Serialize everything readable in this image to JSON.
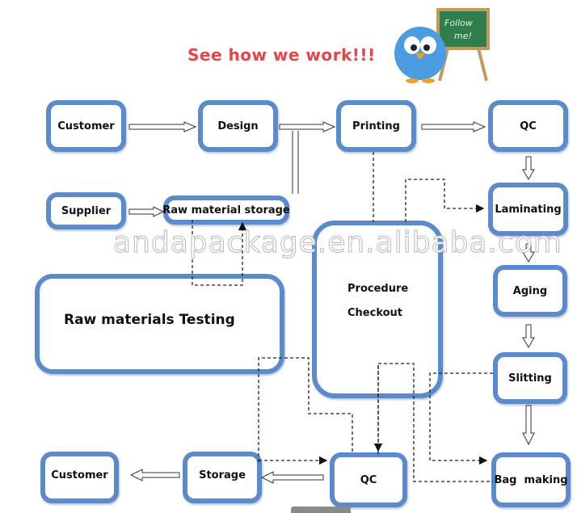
{
  "header": {
    "title": "See how we work!!!",
    "mascot_sign": [
      "Follow",
      "me!"
    ]
  },
  "watermark": "andapackage.en.alibaba.com",
  "nodes": {
    "customer_top": "Customer",
    "design": "Design",
    "printing": "Printing",
    "qc_top": "QC",
    "supplier": "Supplier",
    "raw_material_storage": "Raw material storage",
    "laminating": "Laminating",
    "raw_materials_testing": "Raw materials Testing",
    "procedure_checkout": [
      "Procedure",
      "Checkout"
    ],
    "aging": "Aging",
    "slitting": "Slitting",
    "customer_bottom": "Customer",
    "storage": "Storage",
    "qc_bottom": "QC",
    "bag_making": "Bag  making"
  },
  "colors": {
    "box_border": "#5b8bcb",
    "title": "#e0474f",
    "arrow": "#333333"
  }
}
